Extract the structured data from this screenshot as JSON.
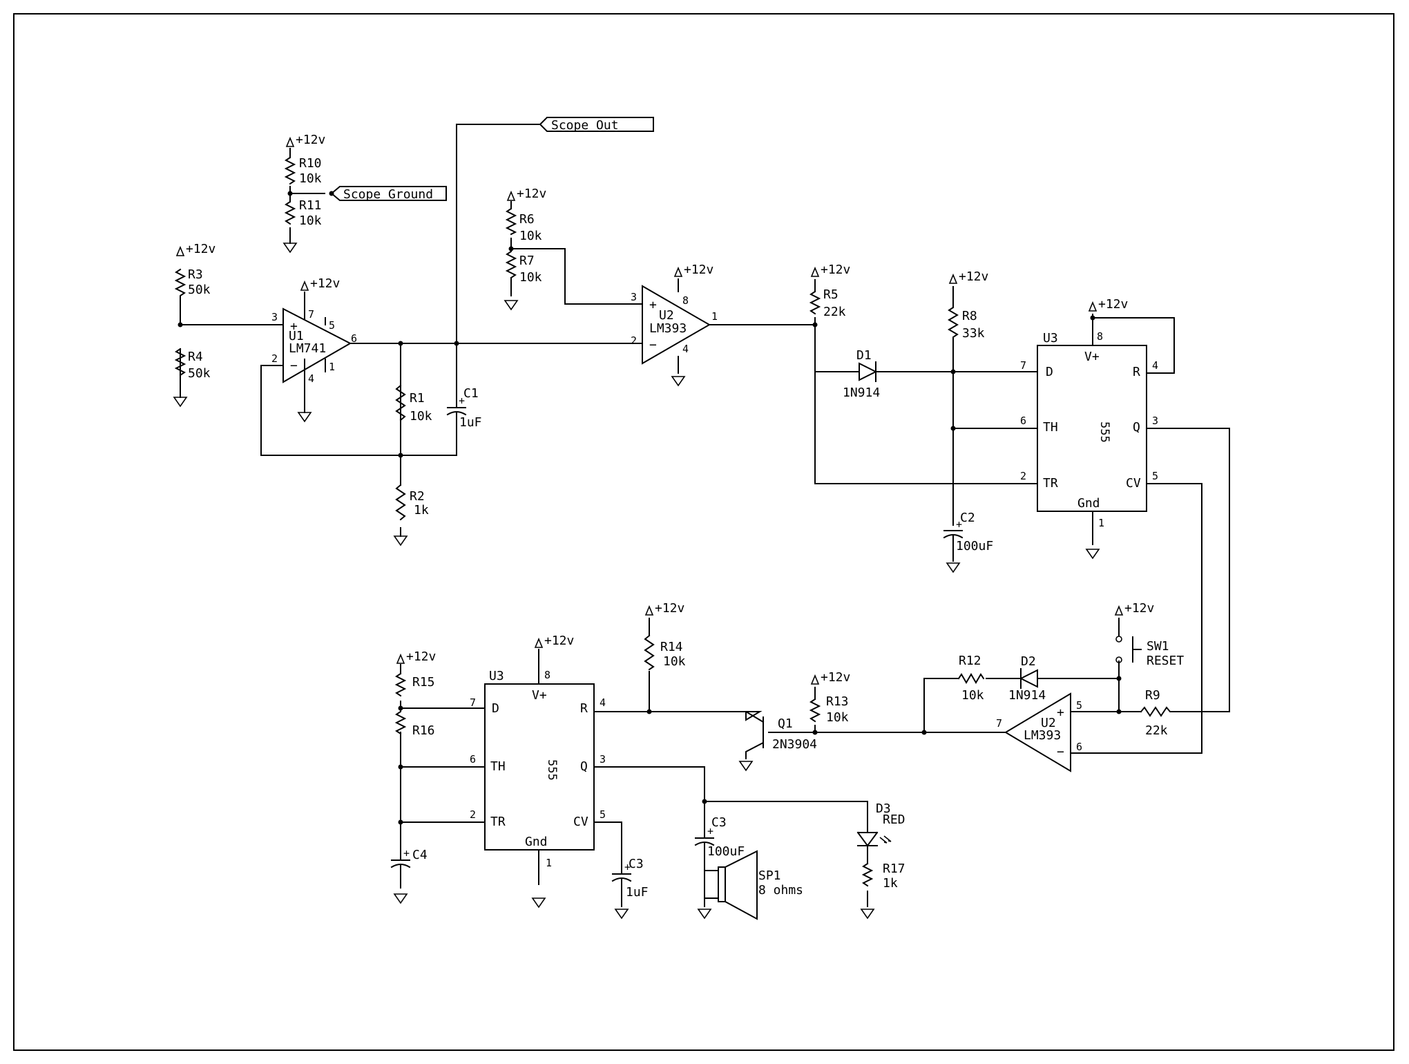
{
  "supply": "+12v",
  "ports": {
    "scope_out": "Scope Out",
    "scope_ground": "Scope Ground"
  },
  "resistors": {
    "R1": {
      "ref": "R1",
      "val": "10k"
    },
    "R2": {
      "ref": "R2",
      "val": "1k"
    },
    "R3": {
      "ref": "R3",
      "val": "50k"
    },
    "R4": {
      "ref": "R4",
      "val": "50k"
    },
    "R5": {
      "ref": "R5",
      "val": "22k"
    },
    "R6": {
      "ref": "R6",
      "val": "10k"
    },
    "R7": {
      "ref": "R7",
      "val": "10k"
    },
    "R8": {
      "ref": "R8",
      "val": "33k"
    },
    "R9": {
      "ref": "R9",
      "val": "22k"
    },
    "R10": {
      "ref": "R10",
      "val": "10k"
    },
    "R11": {
      "ref": "R11",
      "val": "10k"
    },
    "R12": {
      "ref": "R12",
      "val": "10k"
    },
    "R13": {
      "ref": "R13",
      "val": "10k"
    },
    "R14": {
      "ref": "R14",
      "val": "10k"
    },
    "R15": {
      "ref": "R15"
    },
    "R16": {
      "ref": "R16"
    },
    "R17": {
      "ref": "R17",
      "val": "1k"
    }
  },
  "capacitors": {
    "C1": {
      "ref": "C1",
      "val": "1uF"
    },
    "C2": {
      "ref": "C2",
      "val": "100uF"
    },
    "C3a": {
      "ref": "C3",
      "val": "100uF"
    },
    "C3b": {
      "ref": "C3",
      "val": "1uF"
    },
    "C4": {
      "ref": "C4"
    }
  },
  "diodes": {
    "D1": {
      "ref": "D1",
      "val": "1N914"
    },
    "D2": {
      "ref": "D2",
      "val": "1N914"
    },
    "D3": {
      "ref": "D3",
      "val": "RED"
    }
  },
  "opamps": {
    "U1": {
      "ref": "U1",
      "part": "LM741",
      "pins": {
        "p3": "3",
        "p2": "2",
        "p6": "6",
        "p7": "7",
        "p5": "5",
        "p4": "4",
        "p1": "1"
      }
    },
    "U2a": {
      "ref": "U2",
      "part": "LM393",
      "pins": {
        "p3": "3",
        "p2": "2",
        "p1": "1",
        "p8": "8",
        "p4": "4"
      }
    },
    "U2b": {
      "ref": "U2",
      "part": "LM393",
      "pins": {
        "p5": "5",
        "p6": "6",
        "p7": "7"
      }
    }
  },
  "timers": {
    "U3a": {
      "ref": "U3",
      "part": "555",
      "labels": {
        "d": "D",
        "th": "TH",
        "tr": "TR",
        "vplus": "V+",
        "r": "R",
        "q": "Q",
        "cv": "CV",
        "gnd": "Gnd"
      },
      "pins": {
        "p7": "7",
        "p6": "6",
        "p2": "2",
        "p8": "8",
        "p4": "4",
        "p3": "3",
        "p5": "5",
        "p1": "1"
      }
    },
    "U3b": {
      "ref": "U3",
      "part": "555",
      "labels": {
        "d": "D",
        "th": "TH",
        "tr": "TR",
        "vplus": "V+",
        "r": "R",
        "q": "Q",
        "cv": "CV",
        "gnd": "Gnd"
      },
      "pins": {
        "p7": "7",
        "p6": "6",
        "p2": "2",
        "p8": "8",
        "p4": "4",
        "p3": "3",
        "p5": "5",
        "p1": "1"
      }
    }
  },
  "transistor": {
    "ref": "Q1",
    "part": "2N3904"
  },
  "switch": {
    "ref": "SW1",
    "val": "RESET"
  },
  "speaker": {
    "ref": "SP1",
    "val": "8 ohms"
  }
}
